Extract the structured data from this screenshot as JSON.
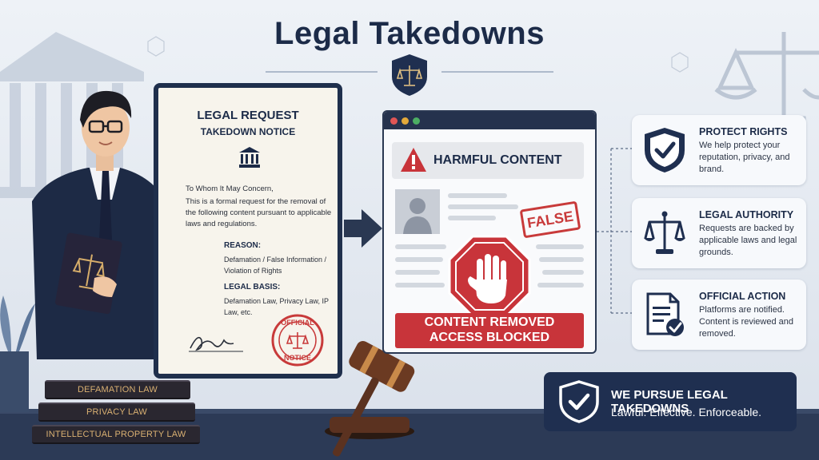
{
  "title": "Legal Takedowns",
  "colors": {
    "navy": "#1f2f50",
    "accent_red": "#c8343a",
    "background": "#e7ecf3",
    "paper": "#f7f4ec"
  },
  "document": {
    "title": "LEGAL REQUEST",
    "subtitle": "TAKEDOWN NOTICE",
    "greeting": "To Whom It May Concern,",
    "body": "This is a formal request for the removal of the following content pursuant to applicable laws and regulations.",
    "reason_label": "REASON:",
    "reason_value": "Defamation / False Information / Violation of Rights",
    "basis_label": "LEGAL BASIS:",
    "basis_value": "Defamation Law, Privacy Law, IP Law, etc.",
    "stamp_top": "OFFICIAL",
    "stamp_bottom": "NOTICE",
    "icons": [
      "bank-icon",
      "signature-icon",
      "scales-icon"
    ]
  },
  "browser": {
    "harmful_label": "HARMFUL CONTENT",
    "false_stamp": "FALSE",
    "removed_line1": "CONTENT REMOVED",
    "removed_line2": "ACCESS BLOCKED",
    "icons": [
      "warning-icon",
      "avatar-icon",
      "stop-hand-icon"
    ]
  },
  "cards": [
    {
      "title": "PROTECT RIGHTS",
      "text": "We help protect your reputation, privacy, and brand.",
      "icon": "shield-check-icon"
    },
    {
      "title": "LEGAL AUTHORITY",
      "text": "Requests are backed by applicable laws and legal grounds.",
      "icon": "scales-icon"
    },
    {
      "title": "OFFICIAL ACTION",
      "text": "Platforms are notified. Content is reviewed and removed.",
      "icon": "document-check-icon"
    }
  ],
  "banner": {
    "title": "WE PURSUE LEGAL TAKEDOWNS",
    "subtitle": "Lawful. Effective. Enforceable.",
    "icon": "shield-check-icon"
  },
  "books": [
    "DEFAMATION LAW",
    "PRIVACY LAW",
    "INTELLECTUAL PROPERTY LAW"
  ]
}
